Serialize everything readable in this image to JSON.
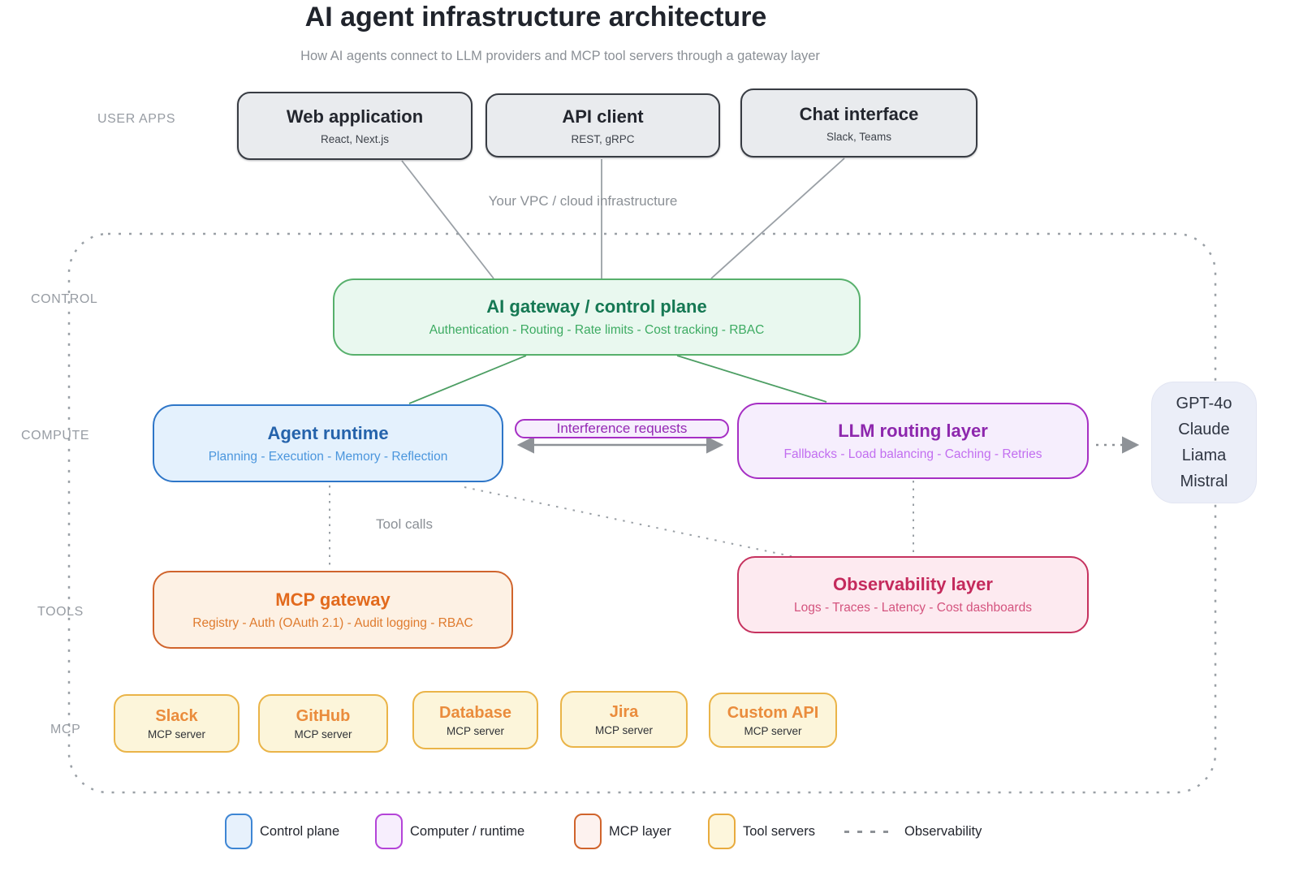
{
  "title": "AI agent infrastructure architecture",
  "subtitle": "How AI agents connect to LLM providers and MCP tool servers through a gateway layer",
  "lane_labels": {
    "user_apps": "USER APPS",
    "control": "CONTROL",
    "compute": "COMPUTE",
    "tools": "TOOLS",
    "mcp": "MCP"
  },
  "vpc_label": "Your VPC / cloud infrastructure",
  "edge_labels": {
    "inference": "Interference requests",
    "tool_calls": "Tool calls"
  },
  "nodes": {
    "web_app": {
      "title": "Web application",
      "subtitle": "React, Next.js"
    },
    "api_client": {
      "title": "API client",
      "subtitle": "REST, gRPC"
    },
    "chat_interface": {
      "title": "Chat interface",
      "subtitle": "Slack, Teams"
    },
    "ai_gateway": {
      "title": "AI gateway / control plane",
      "subtitle": "Authentication - Routing - Rate limits - Cost tracking - RBAC"
    },
    "agent_runtime": {
      "title": "Agent runtime",
      "subtitle": "Planning - Execution - Memory - Reflection"
    },
    "llm_routing": {
      "title": "LLM routing layer",
      "subtitle": "Fallbacks - Load balancing - Caching - Retries"
    },
    "llm_providers": {
      "lines": [
        "GPT-4o",
        "Claude",
        "Liama",
        "Mistral"
      ]
    },
    "mcp_gateway": {
      "title": "MCP gateway",
      "subtitle": "Registry - Auth (OAuth 2.1) - Audit logging - RBAC"
    },
    "observability": {
      "title": "Observability layer",
      "subtitle": "Logs - Traces - Latency - Cost dashboards"
    }
  },
  "mcp_servers": [
    {
      "title": "Slack",
      "subtitle": "MCP server"
    },
    {
      "title": "GitHub",
      "subtitle": "MCP server"
    },
    {
      "title": "Database",
      "subtitle": "MCP server"
    },
    {
      "title": "Jira",
      "subtitle": "MCP server"
    },
    {
      "title": "Custom API",
      "subtitle": "MCP server"
    }
  ],
  "legend": {
    "control_plane": {
      "label": "Control plane",
      "fill": "#e7f1fc",
      "border": "#3e86d4"
    },
    "computer_runtime": {
      "label": "Computer / runtime",
      "fill": "#f7eefd",
      "border": "#b444d8"
    },
    "mcp_layer": {
      "label": "MCP layer",
      "fill": "#fdf2ef",
      "border": "#d0642c"
    },
    "tool_servers": {
      "label": "Tool servers",
      "fill": "#fdf6dc",
      "border": "#e8ab3e"
    },
    "observability": {
      "label": "Observability"
    }
  },
  "colors": {
    "gateway_green_border": "#57b06c",
    "gateway_green_fill": "#e9f8ef",
    "runtime_blue_border": "#2e76c8",
    "runtime_blue_fill": "#e4f1fd",
    "routing_purple_border": "#a62fc4",
    "routing_purple_fill": "#f6eefd",
    "mcp_orange_border": "#d0642c",
    "mcp_orange_fill": "#fdf1e4",
    "observability_pink_border": "#c6325f",
    "observability_pink_fill": "#fdeaf0",
    "tool_yellow_border": "#eab448",
    "tool_yellow_fill": "#fcf5da",
    "provider_box_fill": "#ebeef8",
    "wire_gray": "#9aa0a6",
    "wire_green": "#4c9e63",
    "inference_label_purple": "#9429b4"
  }
}
